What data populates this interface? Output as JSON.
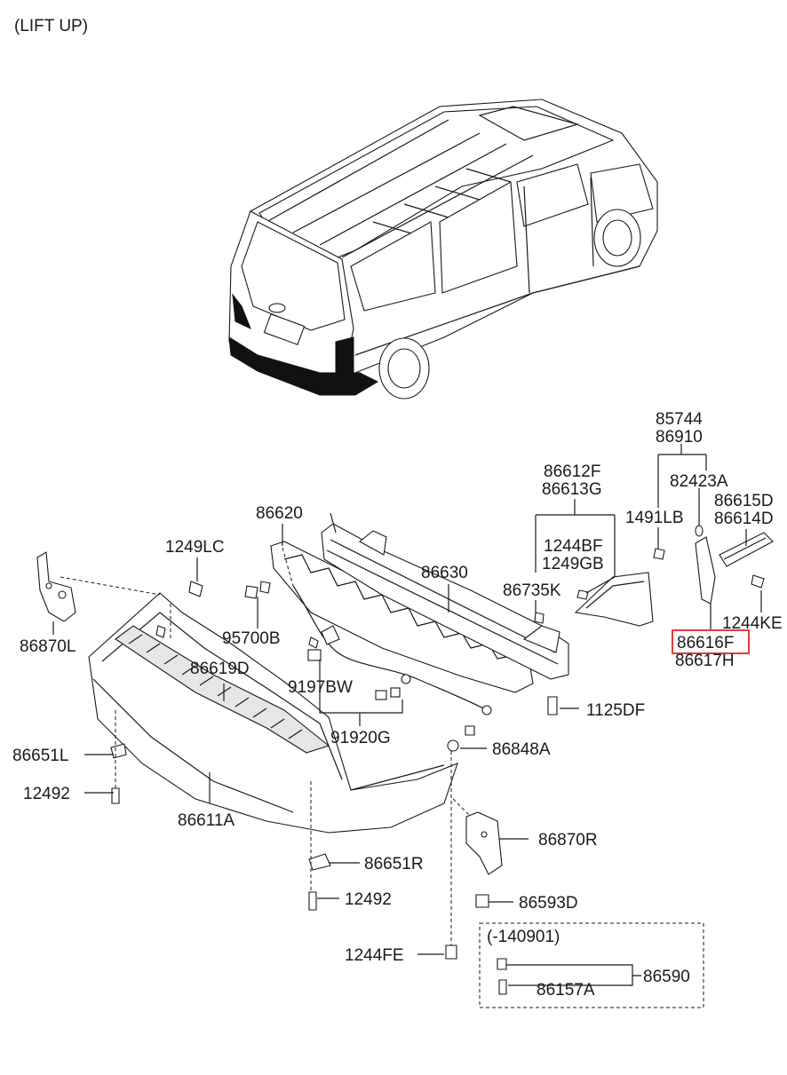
{
  "header": "(LIFT UP)",
  "labels": {
    "p85744": "85744",
    "p86910": "86910",
    "p82423A": "82423A",
    "p86615D": "86615D",
    "p86614D": "86614D",
    "p86612F": "86612F",
    "p86613G": "86613G",
    "p1491LB": "1491LB",
    "p1244BF": "1244BF",
    "p1249GB": "1249GB",
    "p86735K": "86735K",
    "p1244KE": "1244KE",
    "p86616F": "86616F",
    "p86617H": "86617H",
    "p86620": "86620",
    "p86630": "86630",
    "p1249LC": "1249LC",
    "p86870L": "86870L",
    "p95700B": "95700B",
    "p86619D": "86619D",
    "p9197BW": "9197BW",
    "p1125DF": "1125DF",
    "p91920G": "91920G",
    "p86651L": "86651L",
    "p86848A": "86848A",
    "p12492a": "12492",
    "p86611A": "86611A",
    "p86870R": "86870R",
    "p86651R": "86651R",
    "p12492b": "12492",
    "p86593D": "86593D",
    "p1244FE": "1244FE",
    "p140901": "(-140901)",
    "p86590": "86590",
    "p86157A": "86157A"
  },
  "highlight": {
    "part": "86616F",
    "color": "#e23b3b"
  }
}
